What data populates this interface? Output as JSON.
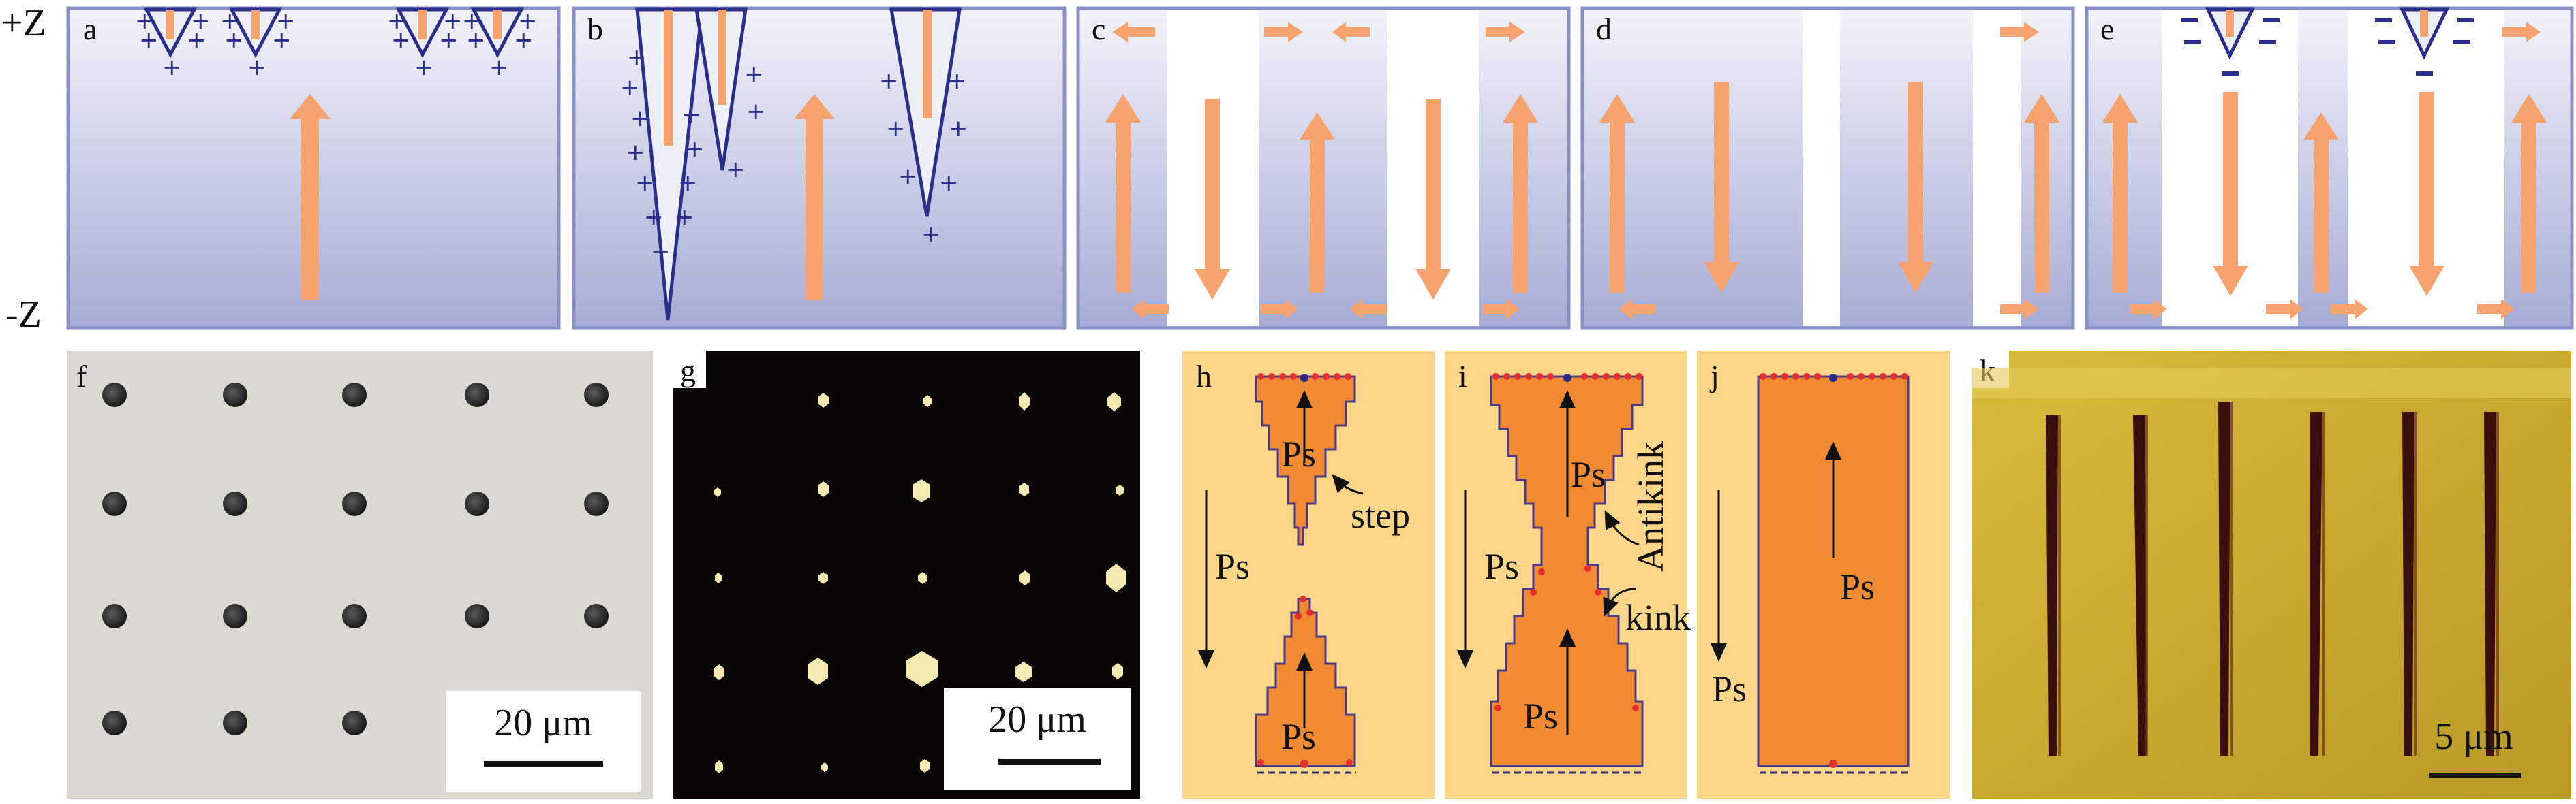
{
  "axis": {
    "top": "+Z",
    "bottom": "-Z"
  },
  "panels": {
    "a": "a",
    "b": "b",
    "c": "c",
    "d": "d",
    "e": "e",
    "f": "f",
    "g": "g",
    "h": "h",
    "i": "i",
    "j": "j",
    "k": "k"
  },
  "labels": {
    "ps": "Ps",
    "step": "step",
    "antikink": "Antikink",
    "kink": "kink"
  },
  "scale_bars": {
    "f": "20 μm",
    "g": "20 μm",
    "k": "5 μm"
  },
  "colors": {
    "crystal_top": "#eef0f8",
    "crystal_bottom": "#a9aed6",
    "frame": "#8a90c4",
    "domain_arrow": "#f7a36f",
    "domain_fill": "#f08a33",
    "panel_bg_hij": "#fdd68a",
    "charge": "#2b2f8a",
    "positive_charge": "#e53030"
  }
}
